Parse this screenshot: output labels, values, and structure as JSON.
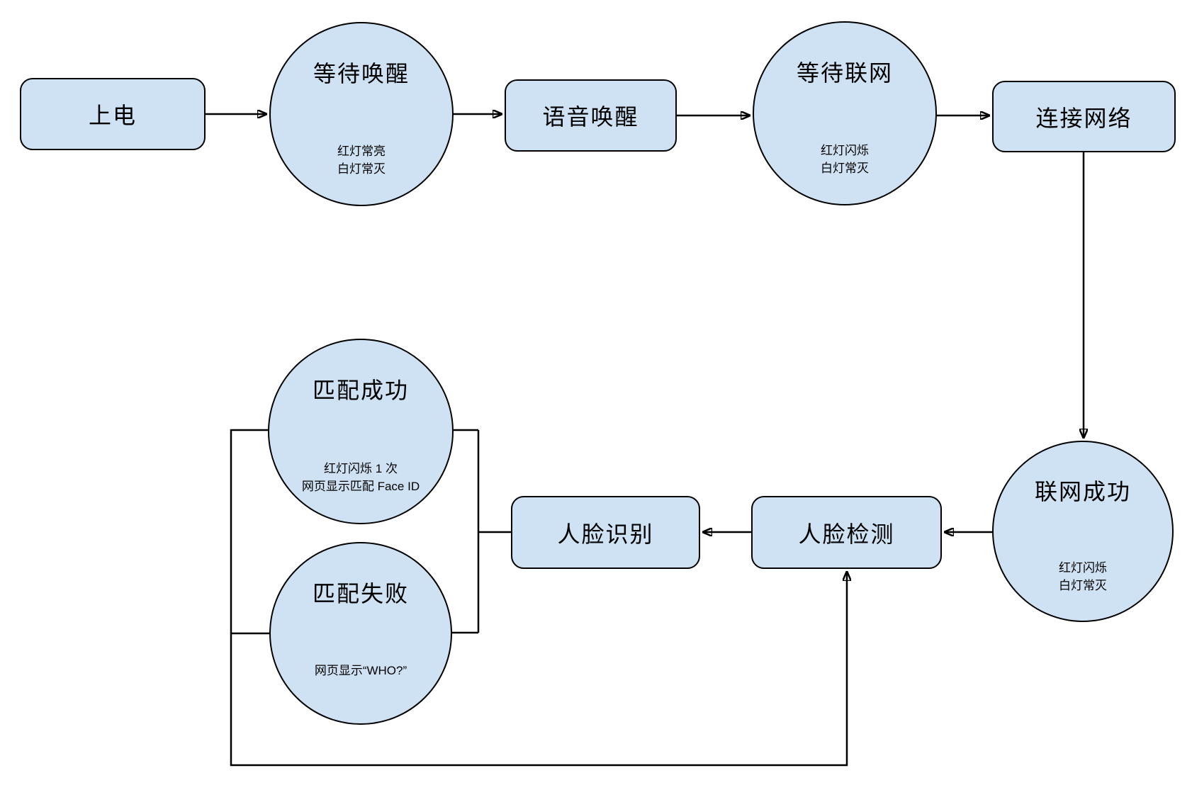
{
  "diagram": {
    "background": "#ffffff",
    "node_fill": "#cfe2f3",
    "node_stroke": "#000000",
    "connector_color": "#000000"
  },
  "nodes": {
    "power_on": {
      "label": "上电"
    },
    "wait_wake": {
      "label": "等待唤醒",
      "status_line1": "红灯常亮",
      "status_line2": "白灯常灭"
    },
    "voice_wake": {
      "label": "语音唤醒"
    },
    "wait_network": {
      "label": "等待联网",
      "status_line1": "红灯闪烁",
      "status_line2": "白灯常灭"
    },
    "connect_network": {
      "label": "连接网络"
    },
    "network_ok": {
      "label": "联网成功",
      "status_line1": "红灯闪烁",
      "status_line2": "白灯常灭"
    },
    "face_detect": {
      "label": "人脸检测"
    },
    "face_recognize": {
      "label": "人脸识别"
    },
    "match_success": {
      "label": "匹配成功",
      "status_line1": "红灯闪烁 1 次",
      "status_line2": "网页显示匹配 Face ID"
    },
    "match_fail": {
      "label": "匹配失败",
      "status_line1": "网页显示“WHO?”"
    }
  }
}
